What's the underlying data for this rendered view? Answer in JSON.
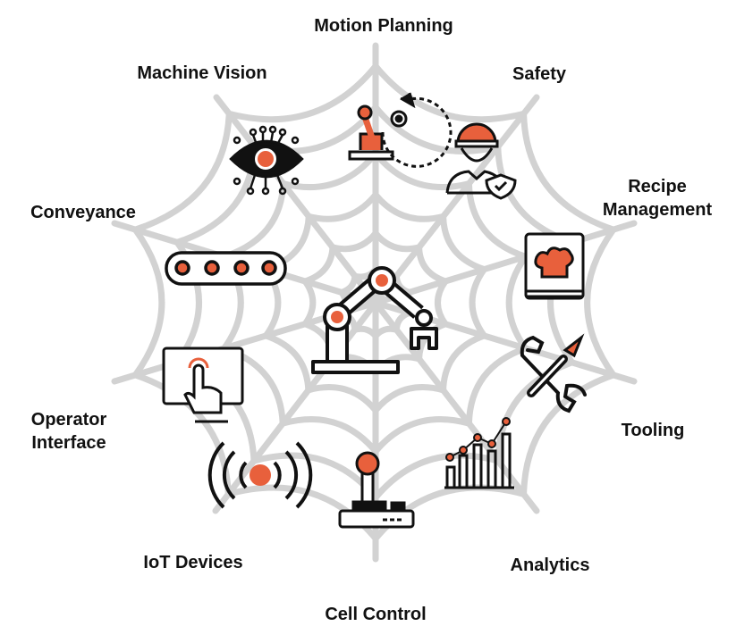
{
  "colors": {
    "accent": "#e8603c",
    "ink": "#111111",
    "web": "#d2d2d2"
  },
  "center": {
    "icon": "robot-arm-icon"
  },
  "nodes": [
    {
      "label": [
        "Motion Planning"
      ],
      "icon": "motion-planning-robot-gear-icon"
    },
    {
      "label": [
        "Safety"
      ],
      "icon": "safety-worker-shield-icon"
    },
    {
      "label": [
        "Recipe",
        "Management"
      ],
      "icon": "recipe-book-chef-hat-icon"
    },
    {
      "label": [
        "Tooling"
      ],
      "icon": "wrench-screwdriver-icon"
    },
    {
      "label": [
        "Analytics"
      ],
      "icon": "bar-chart-trend-icon"
    },
    {
      "label": [
        "Cell Control"
      ],
      "icon": "joystick-icon"
    },
    {
      "label": [
        "IoT Devices"
      ],
      "icon": "wireless-signal-icon"
    },
    {
      "label": [
        "Operator",
        "Interface"
      ],
      "icon": "touch-screen-icon"
    },
    {
      "label": [
        "Conveyance"
      ],
      "icon": "conveyor-belt-icon"
    },
    {
      "label": [
        "Machine Vision"
      ],
      "icon": "eye-circuit-icon"
    }
  ]
}
